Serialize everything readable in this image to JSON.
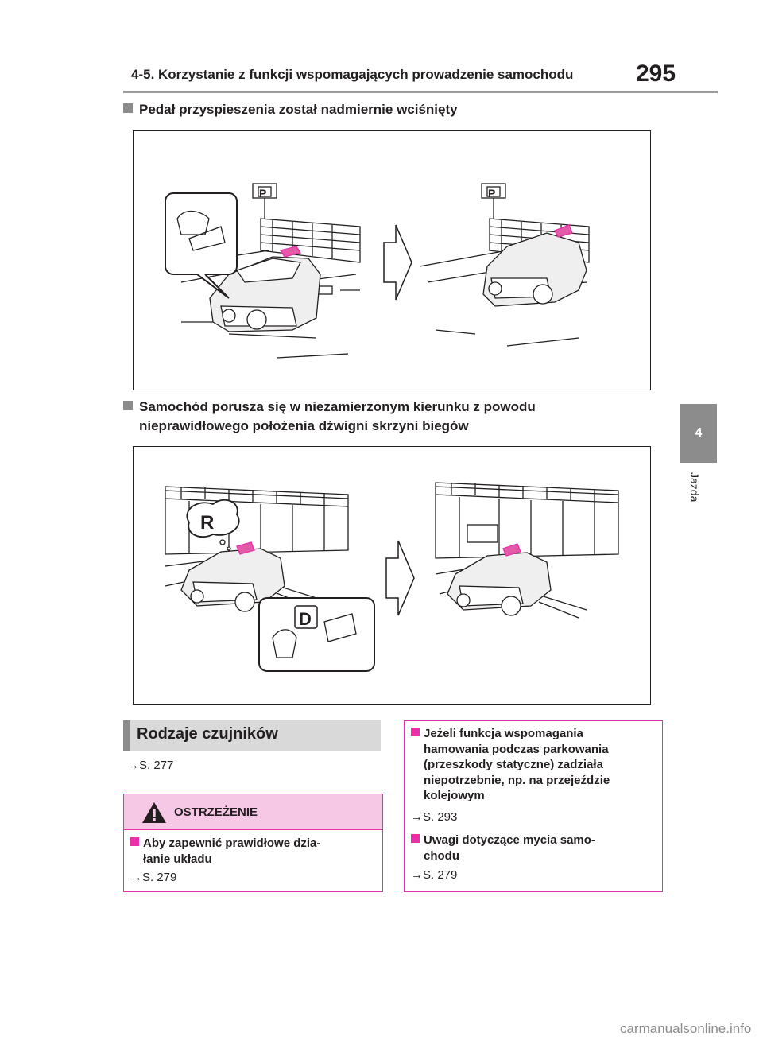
{
  "header": {
    "title": "4-5. Korzystanie z funkcji wspomagających prowadzenie samochodu",
    "page_number": "295"
  },
  "side_tab": {
    "number": "4",
    "label": "Jazda"
  },
  "sections": [
    {
      "heading": "Pedał przyspieszenia został nadmiernie wciśnięty"
    },
    {
      "heading_line1": "Samochód porusza się w niezamierzonym kierunku z powodu",
      "heading_line2": "nieprawidłowego położenia dźwigni skrzyni biegów"
    }
  ],
  "figures": {
    "fig1_sign_left": "P",
    "fig1_sign_right": "P",
    "fig2_bubble": "R",
    "fig2_shift": "D"
  },
  "sensors": {
    "title": "Rodzaje czujników",
    "ref": "→S. 277"
  },
  "warning": {
    "label": "OSTRZEŻENIE",
    "item_line1": "Aby zapewnić prawidłowe dzia-",
    "item_line2": "łanie układu",
    "ref": "→S. 279"
  },
  "info": {
    "item1_lines": [
      "Jeżeli funkcja wspomagania",
      "hamowania podczas parkowania",
      "(przeszkody statyczne) zadziała",
      "niepotrzebnie, np. na przejeździe",
      "kolejowym"
    ],
    "item1_ref": "→S. 293",
    "item2_lines": [
      "Uwagi dotyczące mycia samo-",
      "chodu"
    ],
    "item2_ref": "→S. 279"
  },
  "watermark": "carmanualsonline.info",
  "colors": {
    "accent_pink": "#e830a8",
    "pink_fill": "#f7c8e6",
    "grey_tab": "#8c8c8c"
  }
}
